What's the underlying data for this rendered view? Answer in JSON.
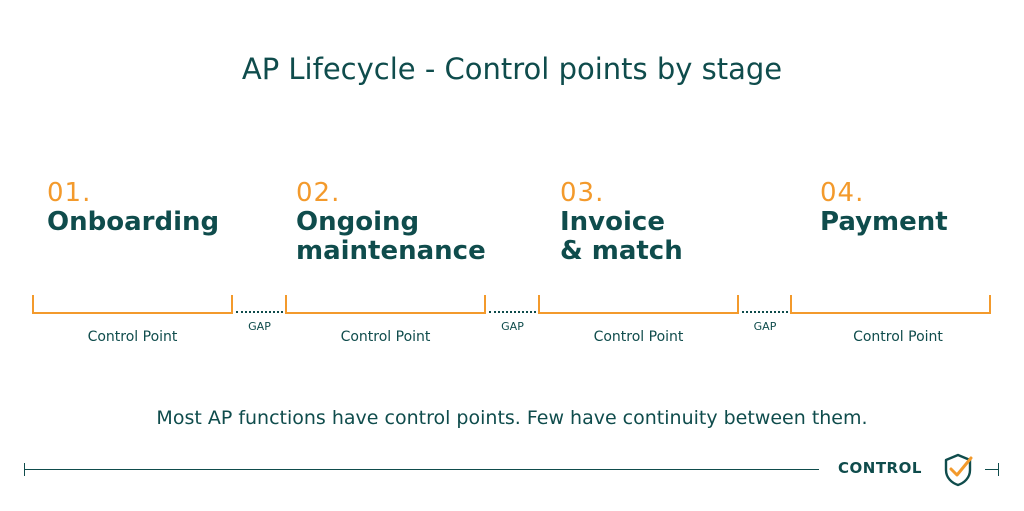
{
  "title": "AP Lifecycle - Control points by stage",
  "stages": [
    {
      "number": "01.",
      "name": "Onboarding",
      "control_label": "Control Point"
    },
    {
      "number": "02.",
      "name": "Ongoing\nmaintenance",
      "control_label": "Control Point"
    },
    {
      "number": "03.",
      "name": "Invoice\n& match",
      "control_label": "Control Point"
    },
    {
      "number": "04.",
      "name": "Payment",
      "control_label": "Control Point"
    }
  ],
  "gaps": [
    {
      "label": "GAP"
    },
    {
      "label": "GAP"
    },
    {
      "label": "GAP"
    }
  ],
  "subtitle": "Most AP functions have control points. Few have continuity between them.",
  "footer": {
    "brand": "CONTROL",
    "icon": "shield-check-icon"
  },
  "colors": {
    "primary": "#0f4c4c",
    "accent": "#f39a2c",
    "background": "#ffffff"
  }
}
